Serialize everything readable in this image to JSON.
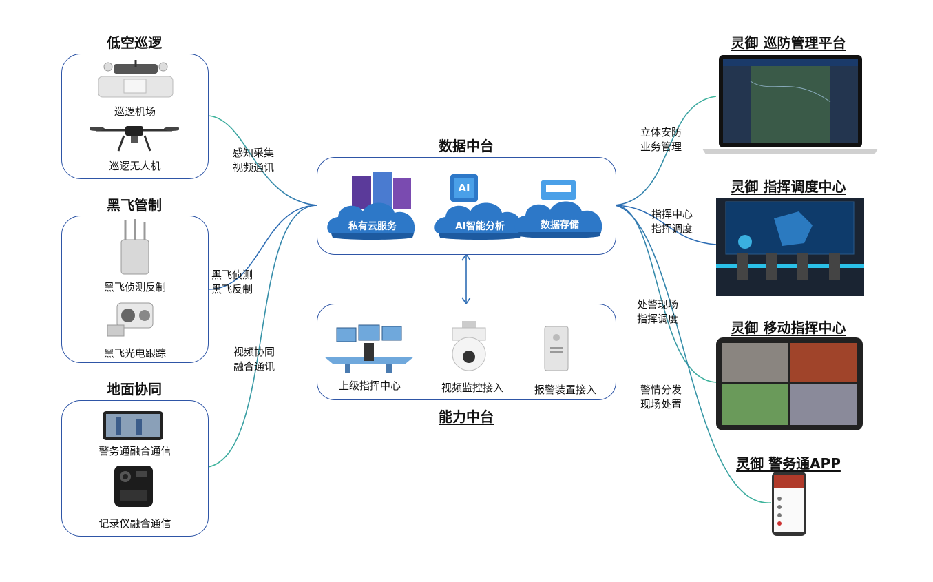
{
  "left": {
    "groups": [
      {
        "title": "低空巡逻",
        "items": [
          "巡逻机场",
          "巡逻无人机"
        ]
      },
      {
        "title": "黑飞管制",
        "items": [
          "黑飞侦测反制",
          "黑飞光电跟踪"
        ]
      },
      {
        "title": "地面协同",
        "items": [
          "警务通融合通信",
          "记录仪融合通信"
        ]
      }
    ],
    "links": [
      [
        "感知采集",
        "视频通讯"
      ],
      [
        "黑飞侦测",
        "黑飞反制"
      ],
      [
        "视频协同",
        "融合通讯"
      ]
    ]
  },
  "center": {
    "data_platform": {
      "title": "数据中台",
      "items": [
        "私有云服务",
        "AI智能分析",
        "数据存储"
      ],
      "ai_badge": "AI"
    },
    "capability_platform": {
      "title": "能力中台",
      "items": [
        "上级指挥中心",
        "视频监控接入",
        "报警装置接入"
      ]
    }
  },
  "right": {
    "platforms": [
      {
        "title": "灵御 巡防管理平台"
      },
      {
        "title": "灵御 指挥调度中心"
      },
      {
        "title": "灵御 移动指挥中心"
      },
      {
        "title": "灵御 警务通APP"
      }
    ],
    "links": [
      [
        "立体安防",
        "业务管理"
      ],
      [
        "指挥中心",
        "指挥调度"
      ],
      [
        "处警现场",
        "指挥调度"
      ],
      [
        "警情分发",
        "现场处置"
      ]
    ]
  },
  "colors": {
    "box_border": "#2e55a6",
    "line_blue": "#2e6db4",
    "line_green": "#3fb89a",
    "cloud": "#2d78c8"
  }
}
